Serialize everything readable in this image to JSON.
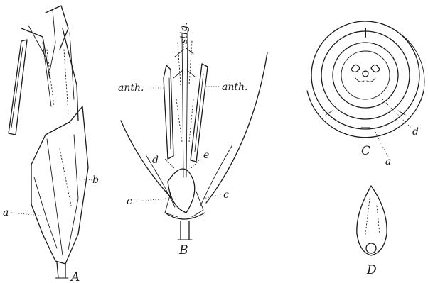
{
  "labels": {
    "stig": "stig.",
    "anth_left": "anth.",
    "anth_right": "anth.",
    "a_A": "a",
    "b_A": "b",
    "A": "A",
    "c_left": "c",
    "c_right": "c",
    "d_B": "d",
    "e_B": "e",
    "B": "B",
    "C": "C",
    "a_C": "a",
    "d_C": "d",
    "D": "D"
  }
}
